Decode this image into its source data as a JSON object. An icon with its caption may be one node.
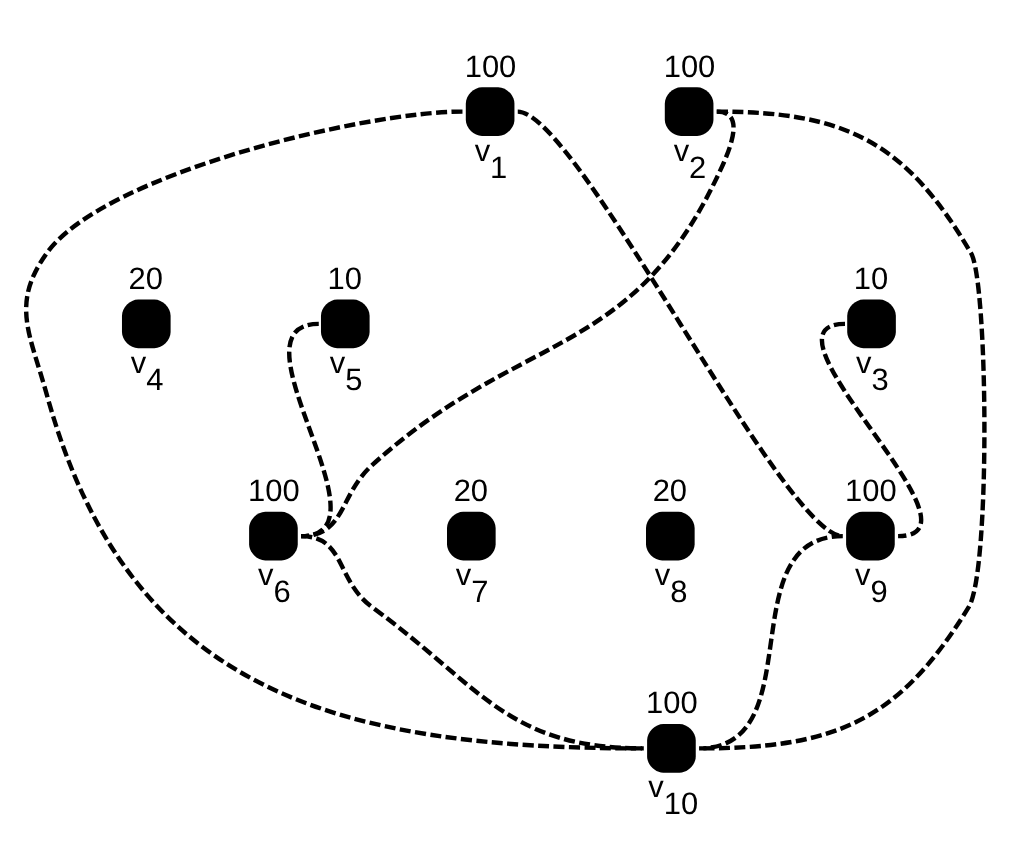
{
  "diagram": {
    "nodes": [
      {
        "text": [
          "100",
          "v$_{1}$"
        ]
      },
      {
        "text": [
          "100",
          "v$_{2}$"
        ]
      },
      {
        "text": [
          "10",
          "v$_{3}$"
        ]
      },
      {
        "text": [
          "20",
          "v$_{4}$"
        ]
      },
      {
        "text": [
          "10",
          "v$_{5}$"
        ]
      },
      {
        "text": [
          "100",
          "v$_{6}$"
        ]
      },
      {
        "text": [
          "20",
          "v$_{7}$"
        ]
      },
      {
        "text": [
          "20",
          "v$_{8}$"
        ]
      },
      {
        "text": [
          "100",
          "v$_{9}$"
        ]
      },
      {
        "text": [
          "100",
          "v$_{10}$"
        ]
      }
    ],
    "edges": [
      {
        "from": 0,
        "to": 8,
        "arrow": "none",
        "style": "dashed"
      },
      {
        "from": 0,
        "to": 9,
        "arrow": "none",
        "style": "dashed"
      },
      {
        "from": 1,
        "to": 5,
        "arrow": "none",
        "style": "dashed"
      },
      {
        "from": 1,
        "to": 9,
        "arrow": "none",
        "style": "dashed"
      },
      {
        "from": 2,
        "to": 8,
        "arrow": "none",
        "style": "dashed"
      },
      {
        "from": 4,
        "to": 5,
        "arrow": "none",
        "style": "dashed"
      },
      {
        "from": 5,
        "to": 9,
        "arrow": "none",
        "style": "dashed"
      },
      {
        "from": 8,
        "to": 9,
        "arrow": "none",
        "style": "dashed"
      }
    ]
  }
}
